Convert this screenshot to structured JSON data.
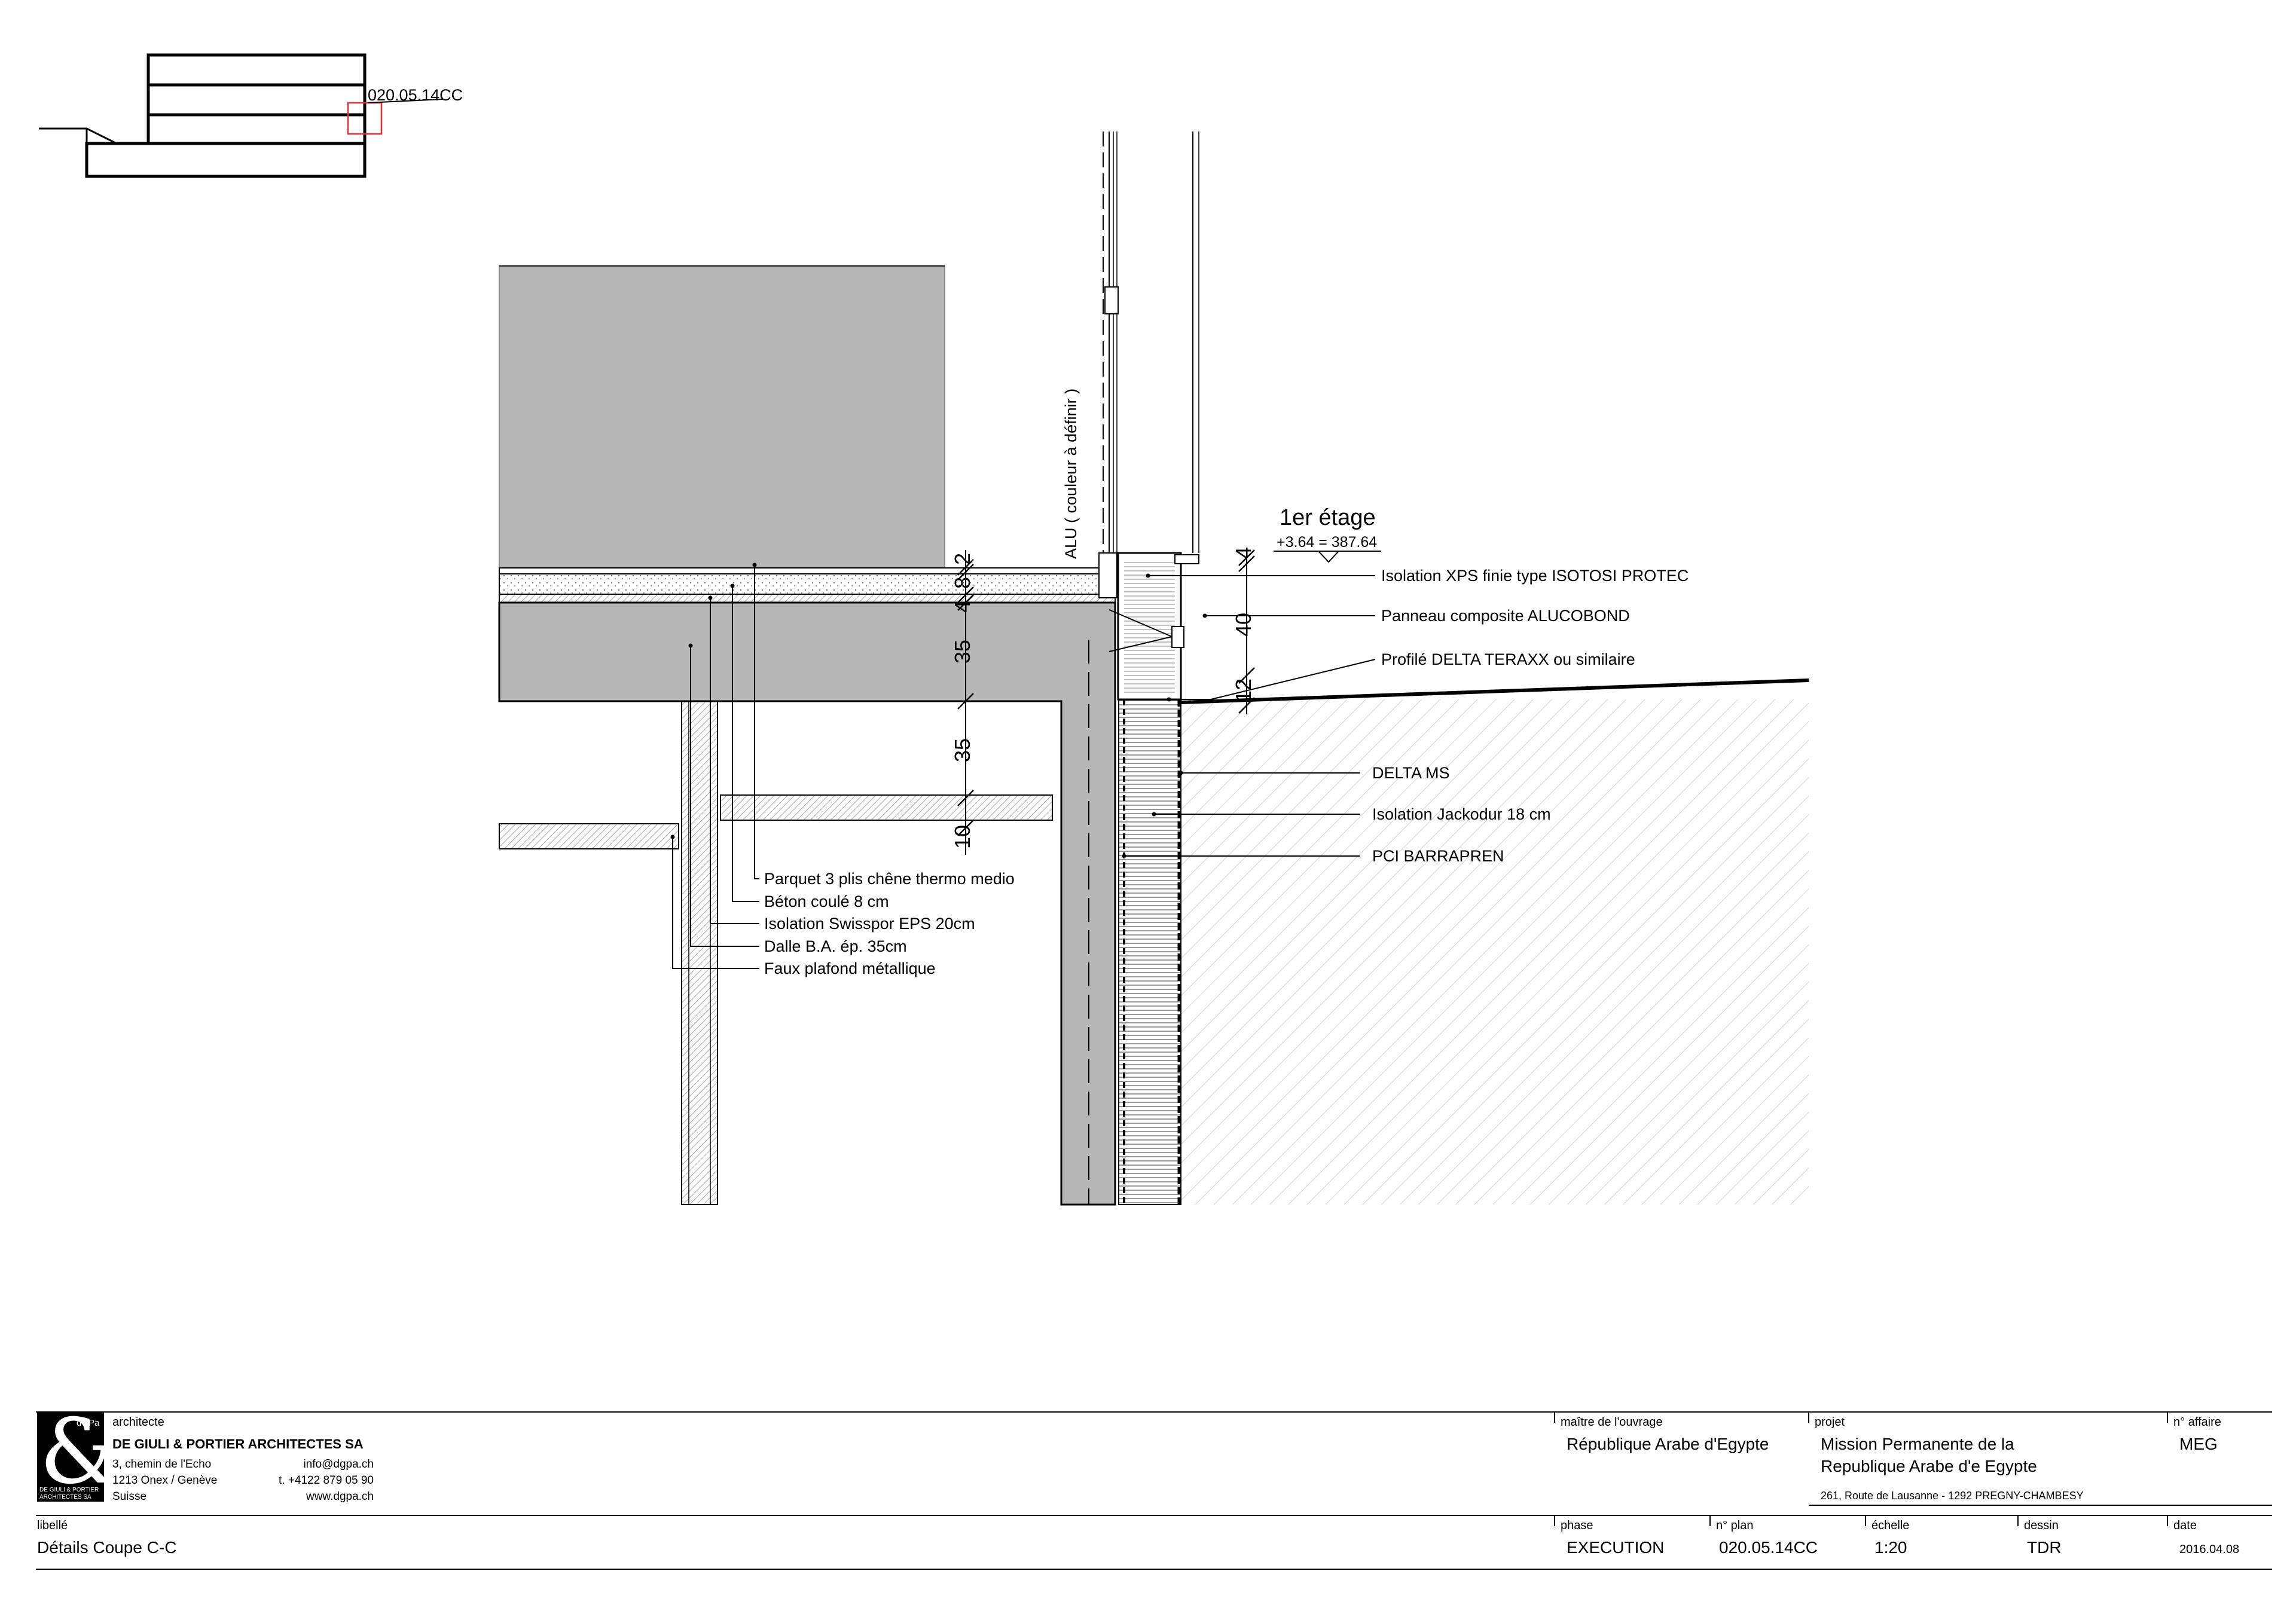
{
  "key_plan": {
    "ref": "020.05.14CC"
  },
  "section": {
    "alu_label": "ALU ( couleur à définir )",
    "level_name": "1er étage",
    "level_value": "+3.64 = 387.64",
    "dims_left": [
      "2",
      "8",
      "4",
      "35",
      "35",
      "10"
    ],
    "dims_right": [
      "4",
      "40",
      "12"
    ],
    "labels_right": [
      "Isolation XPS finie type ISOTOSI PROTEC",
      "Panneau composite ALUCOBOND",
      "Profilé DELTA TERAXX ou similaire",
      "DELTA MS",
      "Isolation Jackodur 18 cm",
      "PCI BARRAPREN"
    ],
    "labels_left": [
      "Parquet 3 plis chêne thermo medio",
      "Béton coulé 8 cm",
      "Isolation Swisspor EPS 20cm",
      "Dalle B.A. ép. 35cm",
      "Faux plafond métallique"
    ]
  },
  "title_block": {
    "logo": {
      "glyph": "&",
      "tag": "dGPa",
      "line1": "DE GIULI & PORTIER",
      "line2": "ARCHITECTES SA"
    },
    "architecte_label": "architecte",
    "firm_name": "DE GIULI & PORTIER ARCHITECTES SA",
    "address": [
      "3,  chemin de  l'Echo",
      "1213 Onex / Genève",
      "Suisse"
    ],
    "contact": [
      "info@dgpa.ch",
      "t. +4122 879 05 90",
      "www.dgpa.ch"
    ],
    "maitre_label": "maître de l'ouvrage",
    "maitre_value": "République Arabe d'Egypte",
    "projet_label": "projet",
    "projet_lines": [
      "Mission Permanente de la",
      "Republique Arabe d'e Egypte"
    ],
    "projet_address": "261, Route de Lausanne - 1292 PREGNY-CHAMBESY",
    "affaire_label": "n° affaire",
    "affaire_value": "MEG",
    "libelle_label": "libellé",
    "libelle_value": "Détails Coupe C-C",
    "phase_label": "phase",
    "phase_value": "EXECUTION",
    "plan_label": "n° plan",
    "plan_value": "020.05.14CC",
    "echelle_label": "échelle",
    "echelle_value": "1:20",
    "dessin_label": "dessin",
    "dessin_value": "TDR",
    "date_label": "date",
    "date_value": "2016.04.08"
  },
  "colors": {
    "concrete": "#b7b7b7",
    "line": "#000000",
    "highlight": "#e0303a",
    "logo_bg": "#000000"
  }
}
